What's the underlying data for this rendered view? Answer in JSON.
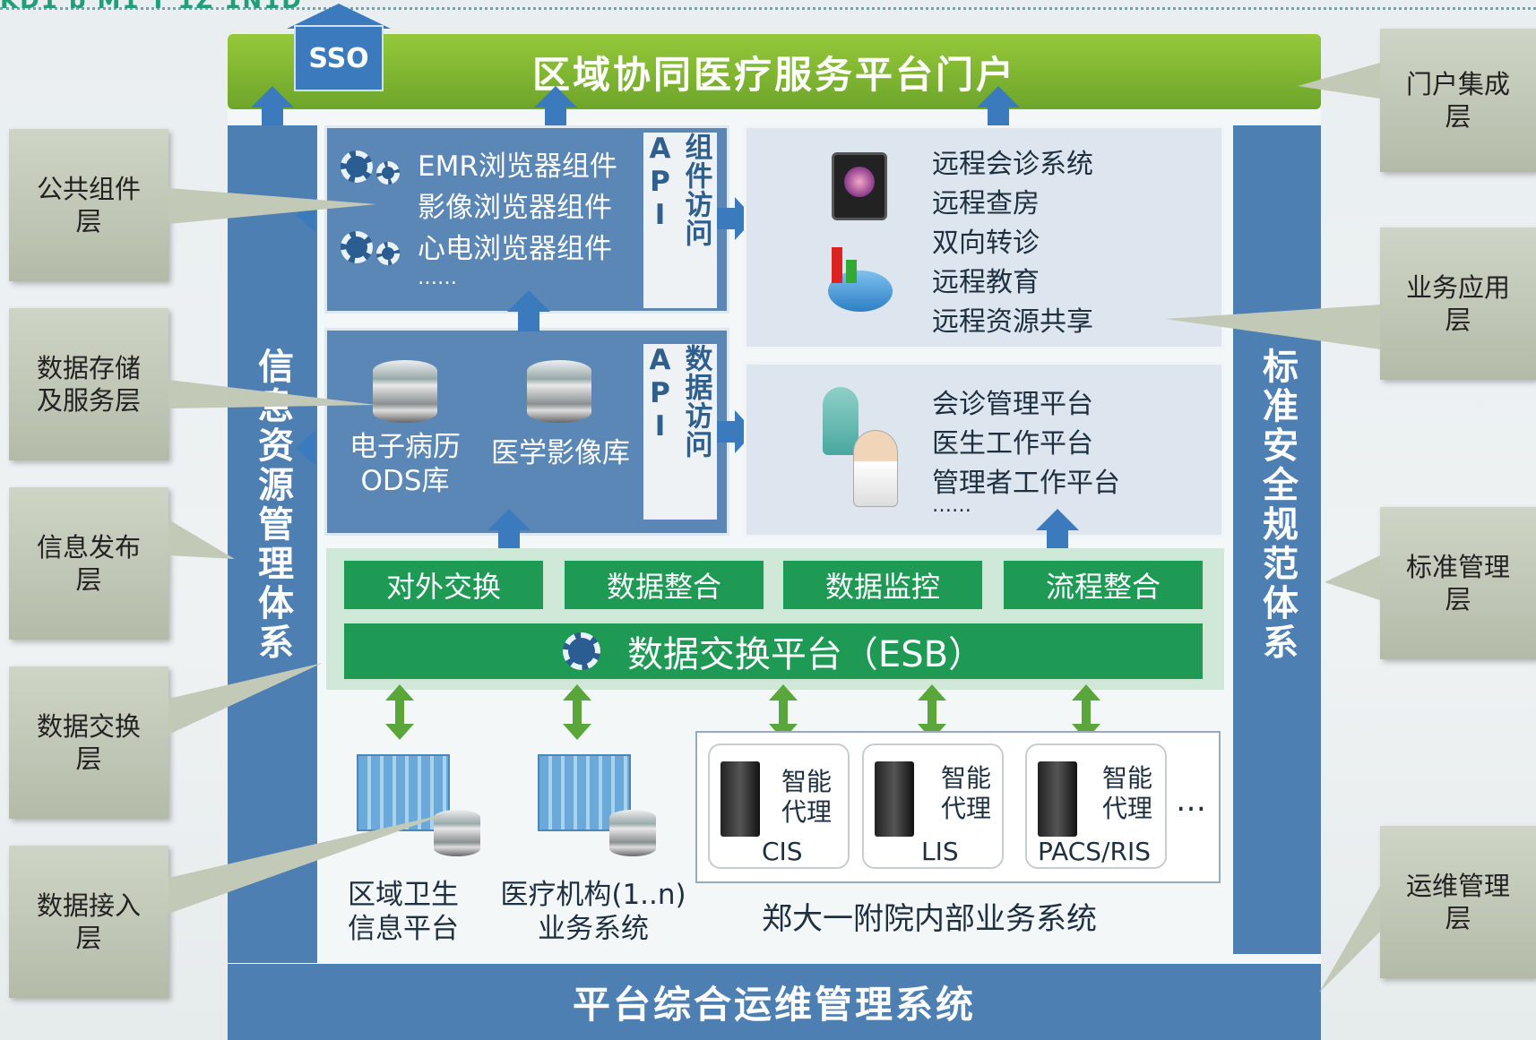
{
  "header": {
    "partial_title": "KD1 b M1 T 1Z 1N1D"
  },
  "portal": {
    "title": "区域协同医疗服务平台门户",
    "sso": "SSO"
  },
  "left_bar": {
    "label": "信息资源管理体系"
  },
  "right_bar": {
    "label": "标准安全规范体系"
  },
  "components": {
    "items": [
      "EMR浏览器组件",
      "影像浏览器组件",
      "心电浏览器组件",
      "……"
    ],
    "api_label": "组件访问API"
  },
  "data_storage": {
    "items": [
      "电子病历\nODS库",
      "医学影像库"
    ],
    "api_label": "数据访问API"
  },
  "apps_top": {
    "items": [
      "远程会诊系统",
      "远程查房",
      "双向转诊",
      "远程教育",
      "远程资源共享"
    ]
  },
  "apps_bottom": {
    "items": [
      "会诊管理平台",
      "医生工作平台",
      "管理者工作平台",
      "……"
    ]
  },
  "exchange": {
    "boxes": [
      "对外交换",
      "数据整合",
      "数据监控",
      "流程整合"
    ],
    "esb": "数据交换平台（ESB）"
  },
  "sources": {
    "regional": "区域卫生\n信息平台",
    "institutions": "医疗机构(1..n)\n业务系统",
    "internal_title": "郑大一附院内部业务系统",
    "agent_label": "智能\n代理",
    "systems": [
      "CIS",
      "LIS",
      "PACS/RIS"
    ],
    "more": "…"
  },
  "ops": {
    "title": "平台综合运维管理系统"
  },
  "left_callouts": [
    "公共组件\n层",
    "数据存储\n及服务层",
    "信息发布\n层",
    "数据交换\n层",
    "数据接入\n层"
  ],
  "right_callouts": [
    "门户集成\n层",
    "业务应用\n层",
    "标准管理\n层",
    "运维管理\n层"
  ],
  "colors": {
    "portal_green": "#7ab32e",
    "frame_blue": "#4d7fb3",
    "esb_green": "#1f9a55",
    "callout": "#c2c9b7"
  }
}
